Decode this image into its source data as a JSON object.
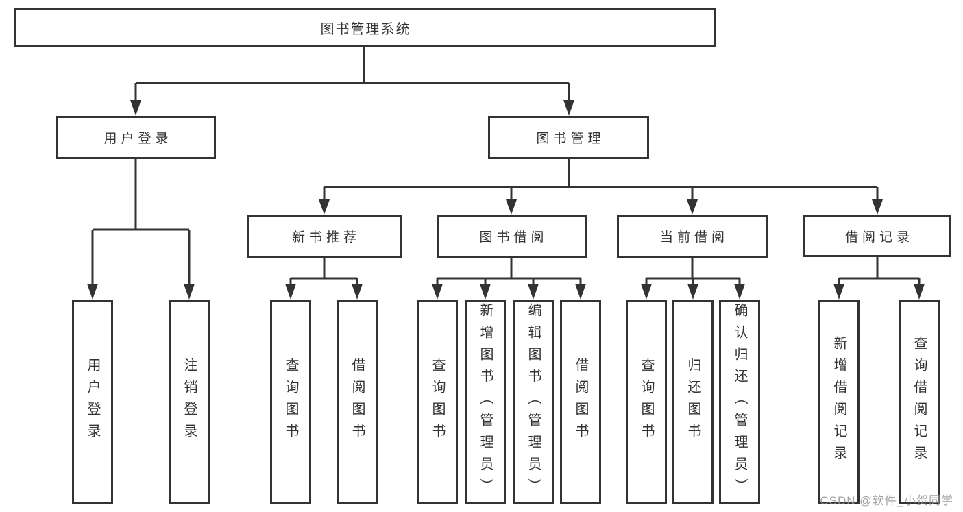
{
  "tree": {
    "label": "图书管理系统",
    "children": [
      {
        "label": "用户登录",
        "children": [
          {
            "label": "用户登录"
          },
          {
            "label": "注销登录"
          }
        ]
      },
      {
        "label": "图书管理",
        "children": [
          {
            "label": "新书推荐",
            "children": [
              {
                "label": "查询图书"
              },
              {
                "label": "借阅图书"
              }
            ]
          },
          {
            "label": "图书借阅",
            "children": [
              {
                "label": "查询图书"
              },
              {
                "label": "新增图书（管理员）"
              },
              {
                "label": "编辑图书（管理员）"
              },
              {
                "label": "借阅图书"
              }
            ]
          },
          {
            "label": "当前借阅",
            "children": [
              {
                "label": "查询图书"
              },
              {
                "label": "归还图书"
              },
              {
                "label": "确认归还（管理员）"
              }
            ]
          },
          {
            "label": "借阅记录",
            "children": [
              {
                "label": "新增借阅记录"
              },
              {
                "label": "查询借阅记录"
              }
            ]
          }
        ]
      }
    ]
  },
  "watermark": "CSDN @软件_小贺同学",
  "colors": {
    "line": "#333333",
    "box_border": "#333333",
    "text": "#333333",
    "watermark": "#969696",
    "background": "#ffffff"
  }
}
